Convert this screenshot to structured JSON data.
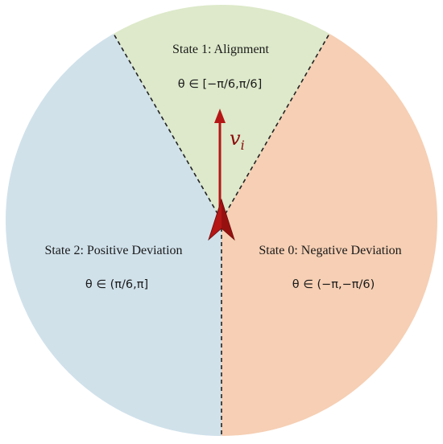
{
  "sectors": {
    "alignment": {
      "title": "State 1: Alignment",
      "range": "θ ∈ [−π/6,π/6]",
      "color": "#dde9ca"
    },
    "positive": {
      "title": "State 2: Positive Deviation",
      "range": "θ ∈ (π/6,π]",
      "color": "#d0e1ea"
    },
    "negative": {
      "title": "State 0: Negative Deviation",
      "range": "θ ∈ (−π,−π/6)",
      "color": "#f6cfb4"
    }
  },
  "vector": {
    "symbol": "v",
    "subscript": "i",
    "color": "#b51616"
  },
  "boundary_color": "#222222",
  "outline_color": "#ffffff"
}
